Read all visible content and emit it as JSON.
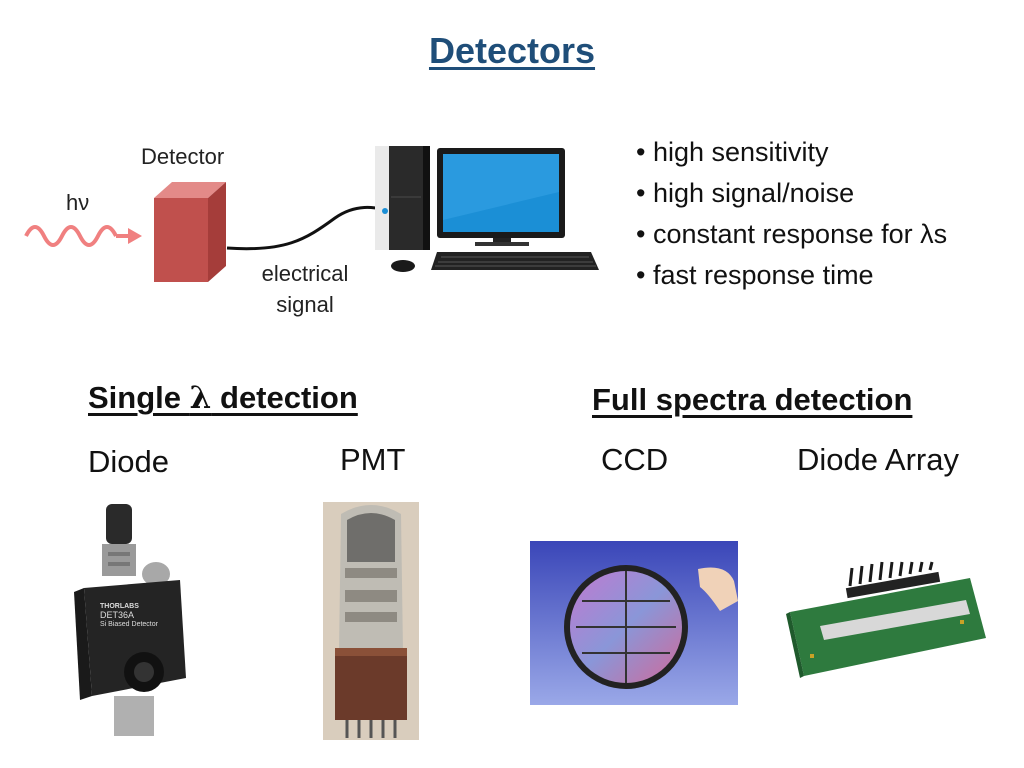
{
  "title": "Detectors",
  "diagram": {
    "photon_label": "hν",
    "detector_label": "Detector",
    "signal_label": [
      "electrical",
      "signal"
    ]
  },
  "bullets": [
    "high sensitivity",
    "high signal/noise",
    "constant response for λs",
    "fast response time"
  ],
  "sections": {
    "single": {
      "prefix": "Single ",
      "symbol": "λ",
      "suffix": " detection",
      "devices": [
        "Diode",
        "PMT"
      ]
    },
    "full": {
      "label": "Full spectra detection",
      "devices": [
        "CCD",
        "Diode Array"
      ]
    }
  },
  "diode_label": [
    "THORLABS",
    "DET36A",
    "Si Biased Detector"
  ],
  "colors": {
    "title": "#1f4e79",
    "photon_wave": "#f08080",
    "detector_box": "#c0504d",
    "monitor_screen": "#1b8fd6"
  }
}
